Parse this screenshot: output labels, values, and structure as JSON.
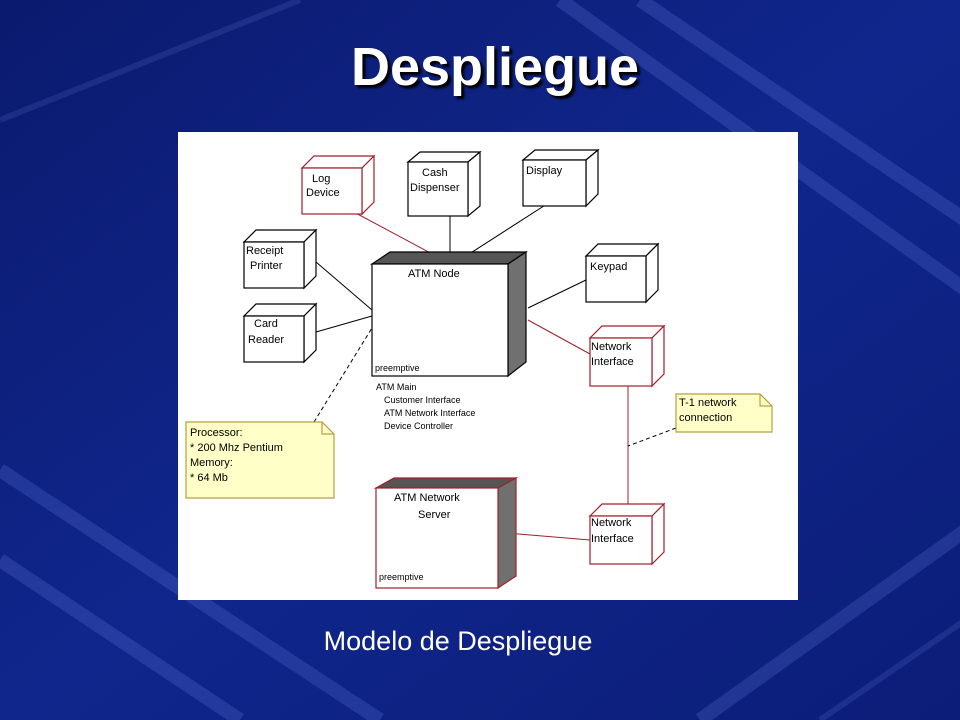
{
  "slide": {
    "title": "Despliegue",
    "caption": "Modelo de Despliegue"
  },
  "colors": {
    "background": "#0d1f7a",
    "node_black": "#000000",
    "node_red": "#a0202a",
    "note_fill": "#ffffc8",
    "note_border": "#b8a040"
  },
  "diagram": {
    "nodes": {
      "log_device": [
        "Log",
        "Device"
      ],
      "cash_dispenser": [
        "Cash",
        "Dispenser"
      ],
      "display": [
        "Display"
      ],
      "receipt_printer": [
        "Receipt",
        "Printer"
      ],
      "card_reader": [
        "Card",
        "Reader"
      ],
      "keypad": [
        "Keypad"
      ],
      "atm_node": [
        "ATM Node"
      ],
      "atm_node_stereotype": "preemptive",
      "network_interface_top": [
        "Network",
        "Interface"
      ],
      "network_interface_bottom": [
        "Network",
        "Interface"
      ],
      "atm_network_server": [
        "ATM Network",
        "Server"
      ],
      "server_stereotype": "preemptive"
    },
    "atm_main": {
      "title": "ATM Main",
      "components": [
        "Customer Interface",
        "ATM Network Interface",
        "Device Controller"
      ]
    },
    "notes": {
      "processor": [
        "Processor:",
        "* 200 Mhz Pentium",
        "Memory:",
        "* 64 Mb"
      ],
      "t1": [
        "T-1 network",
        "connection"
      ]
    }
  }
}
